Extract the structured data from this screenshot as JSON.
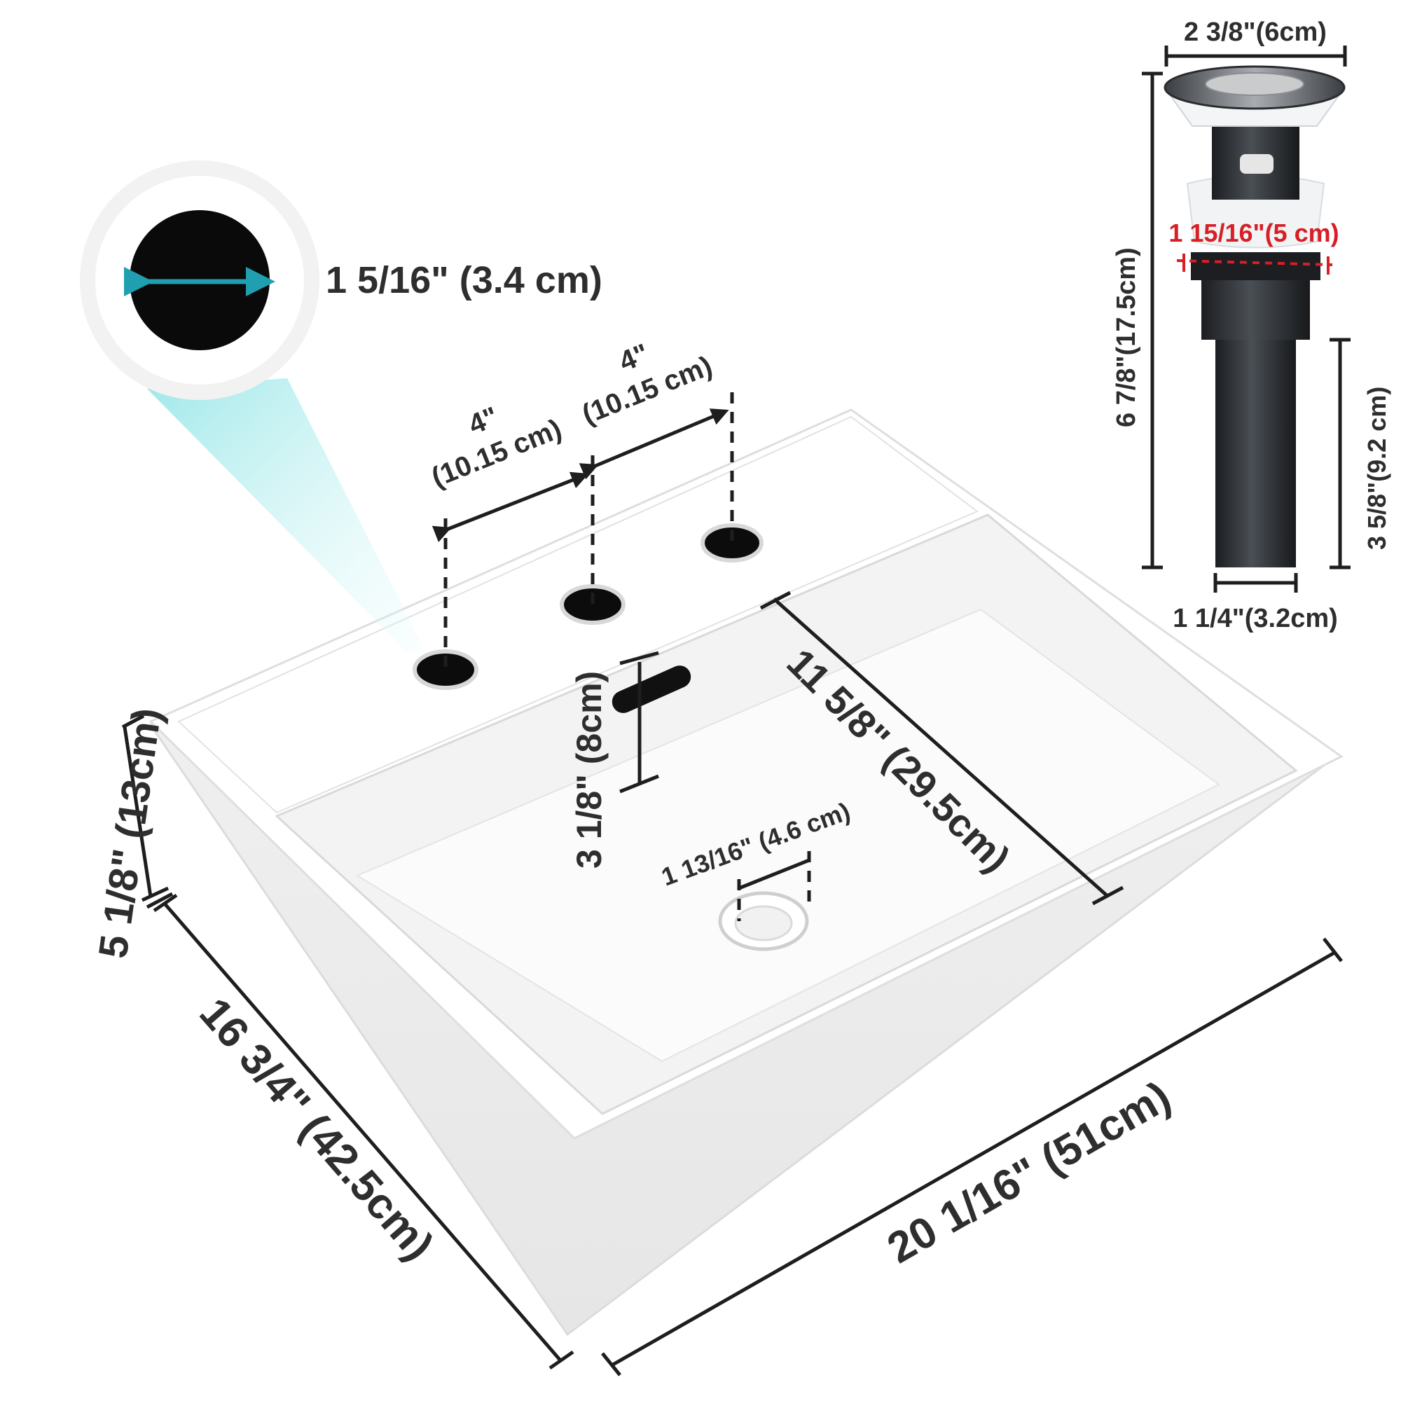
{
  "diagram": {
    "hole_callout": "1 5/16\" (3.4 cm)",
    "spacing_left": {
      "line1": "4\"",
      "line2": "(10.15 cm)"
    },
    "spacing_right": {
      "line1": "4\"",
      "line2": "(10.15 cm)"
    },
    "overflow_height": "3 1/8\" (8cm)",
    "basin_depth_inner": "11 5/8\" (29.5cm)",
    "drain_hole": "1 13/16\" (4.6 cm)",
    "height": "5 1/8\" (13cm)",
    "depth": "16 3/4\" (42.5cm)",
    "width": "20 1/16\" (51cm)",
    "drain": {
      "top_width": "2 3/8\"(6cm)",
      "total_height": "6 7/8\"(17.5cm)",
      "flange_width": "1 15/16\"(5 cm)",
      "tail_height": "3 5/8\"(9.2 cm)",
      "tail_width": "1 1/4\"(3.2cm)"
    }
  },
  "colors": {
    "dimension_text": "#2e2e2e",
    "highlight_red": "#d61f26",
    "teal_arrow": "#1f9fb0",
    "beam": "#bfeff0",
    "drain_metal": "#2f3236"
  },
  "icons": [
    "hole-magnifier-icon",
    "pop-up-drain-icon",
    "vessel-sink-icon"
  ]
}
